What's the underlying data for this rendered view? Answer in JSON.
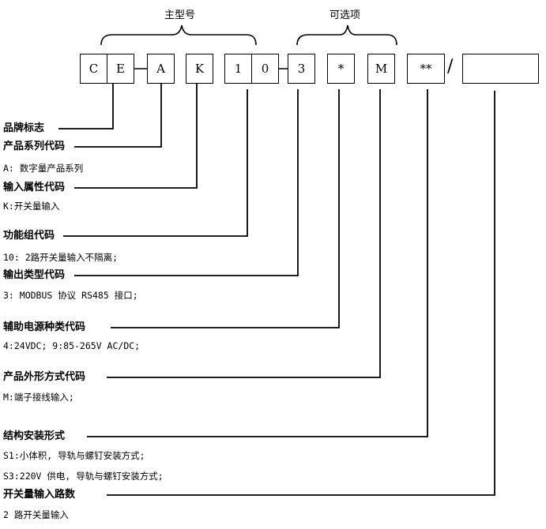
{
  "groups": {
    "main_model": "主型号",
    "options": "可选项"
  },
  "code_boxes": [
    "C",
    "E",
    "A",
    "K",
    "1",
    "0",
    "3",
    "*",
    "M",
    "**",
    ""
  ],
  "separator": "/",
  "fields": [
    {
      "title": "品牌标志",
      "desc": []
    },
    {
      "title": "产品系列代码",
      "desc": [
        "A: 数字量产品系列"
      ]
    },
    {
      "title": "输入属性代码",
      "desc": [
        "K:开关量输入"
      ]
    },
    {
      "title": "功能组代码",
      "desc": [
        "10: 2路开关量输入不隔离;"
      ]
    },
    {
      "title": "输出类型代码",
      "desc": [
        "3: MODBUS 协议 RS485 接口;"
      ]
    },
    {
      "title": "辅助电源种类代码",
      "desc": [
        "4:24VDC;   9:85-265V AC/DC;"
      ]
    },
    {
      "title": "产品外形方式代码",
      "desc": [
        "M:端子接线输入;"
      ]
    },
    {
      "title": "结构安装形式",
      "desc": [
        "S1:小体积, 导轨与螺钉安装方式;",
        "S3:220V 供电, 导轨与螺钉安装方式;"
      ]
    },
    {
      "title": "开关量输入路数",
      "desc": [
        "2 路开关量输入"
      ]
    }
  ]
}
